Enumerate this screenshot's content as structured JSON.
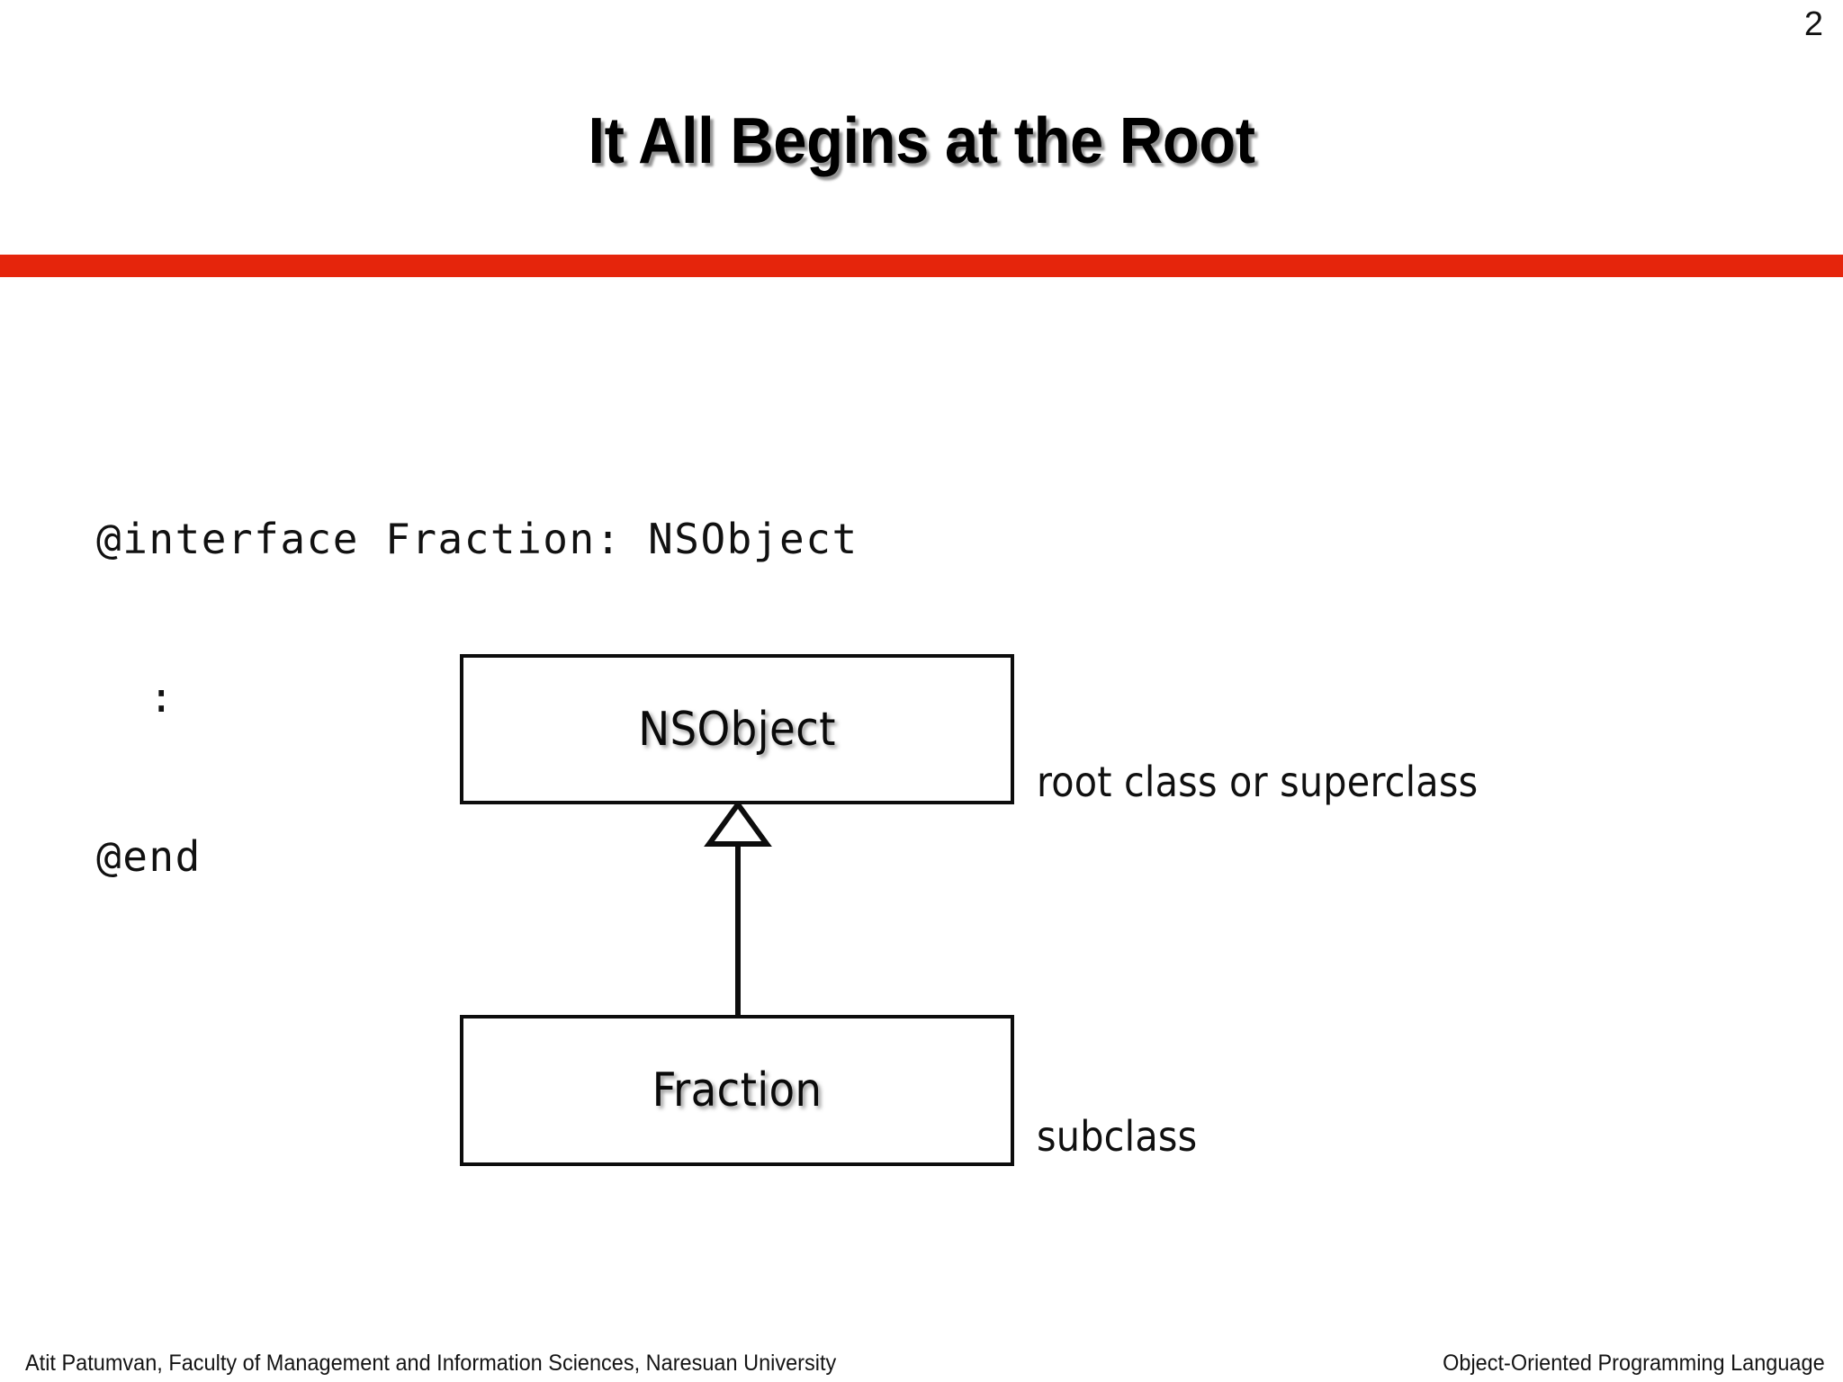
{
  "slide": {
    "page_number": "2",
    "title": "It All Begins at the Root",
    "accent_color": "#e5250c",
    "background_color": "#ffffff",
    "text_color": "#0a0a0a"
  },
  "code": {
    "language": "objective-c",
    "lines": [
      "@interface Fraction: NSObject",
      "  :",
      "@end"
    ]
  },
  "diagram": {
    "type": "uml-class-diagram",
    "relationship": "generalization",
    "superclass_box": {
      "label": "NSObject",
      "annotation": "root class or superclass"
    },
    "subclass_box": {
      "label": "Fraction",
      "annotation": "subclass"
    }
  },
  "footer": {
    "left": "Atit Patumvan, Faculty of Management and Information Sciences, Naresuan University",
    "right": "Object-Oriented Programming Language"
  }
}
